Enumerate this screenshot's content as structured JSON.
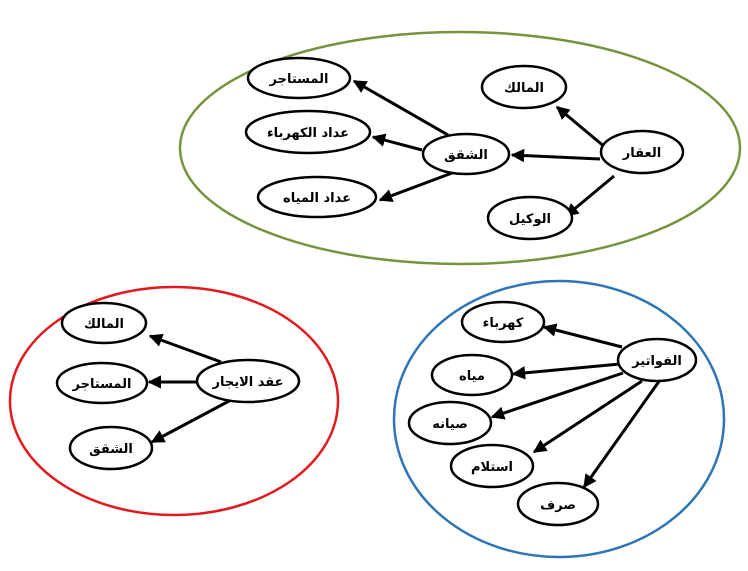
{
  "colors": {
    "property_group": "#77933c",
    "lease_group": "#e3191e",
    "bills_group": "#2e75b6",
    "node_stroke": "#000000",
    "edge": "#000000"
  },
  "groups": {
    "property": {
      "hub": "العقار",
      "owner": "المالك",
      "agent": "الوكيل",
      "apartment": "الشقق",
      "tenant": "المستاجر",
      "electric_meter": "عداد الكهرباء",
      "water_meter": "عداد المياه"
    },
    "lease": {
      "hub": "عقد الايجار",
      "owner": "المالك",
      "tenant": "المستاجر",
      "apartment": "الشقق"
    },
    "bills": {
      "hub": "الفواتير",
      "electricity": "كهرباء",
      "water": "مياه",
      "maintenance": "صيانه",
      "receipt": "استلام",
      "spend": "صرف"
    }
  }
}
